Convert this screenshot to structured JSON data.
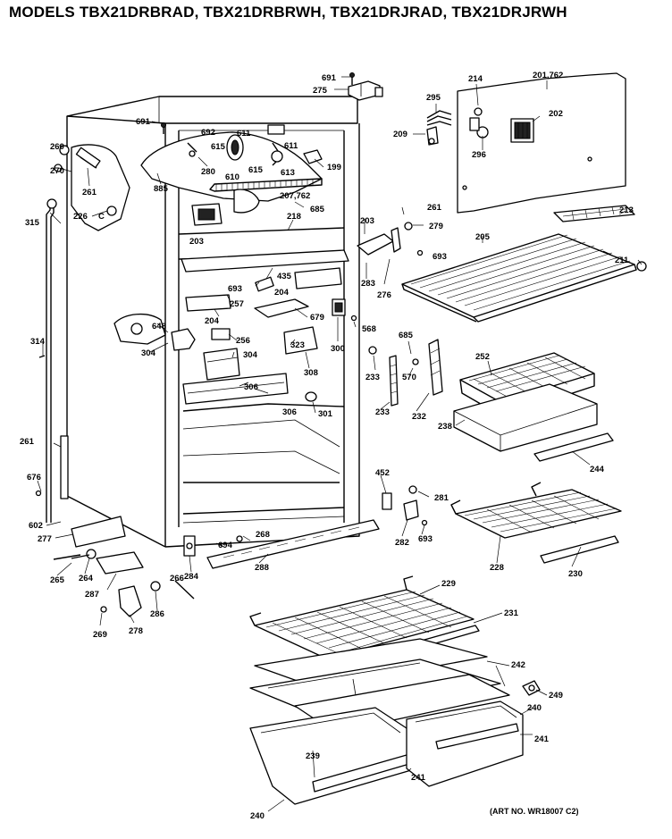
{
  "title": "MODELS TBX21DRBRAD, TBX21DRBRWH, TBX21DRJRAD, TBX21DRJRWH",
  "art_number": "(ART NO. WR18007 C2)",
  "part_labels": [
    "691",
    "275",
    "214",
    "201,762",
    "295",
    "202",
    "209",
    "296",
    "691",
    "260",
    "692",
    "611",
    "611",
    "615",
    "270",
    "280",
    "610",
    "615",
    "613",
    "199",
    "261",
    "885",
    "207,762",
    "685",
    "226",
    "C",
    "315",
    "218",
    "203",
    "261",
    "279",
    "213",
    "203",
    "205",
    "693",
    "211",
    "283",
    "276",
    "435",
    "693",
    "204",
    "257",
    "679",
    "648",
    "204",
    "323",
    "568",
    "256",
    "300",
    "304",
    "304",
    "685",
    "314",
    "308",
    "252",
    "233",
    "570",
    "306",
    "306",
    "301",
    "233",
    "232",
    "238",
    "261",
    "244",
    "676",
    "452",
    "281",
    "602",
    "277",
    "268",
    "694",
    "282",
    "693",
    "288",
    "228",
    "230",
    "284",
    "265",
    "264",
    "287",
    "266",
    "286",
    "229",
    "269",
    "278",
    "231",
    "242",
    "249",
    "240",
    "239",
    "241",
    "241",
    "240"
  ]
}
